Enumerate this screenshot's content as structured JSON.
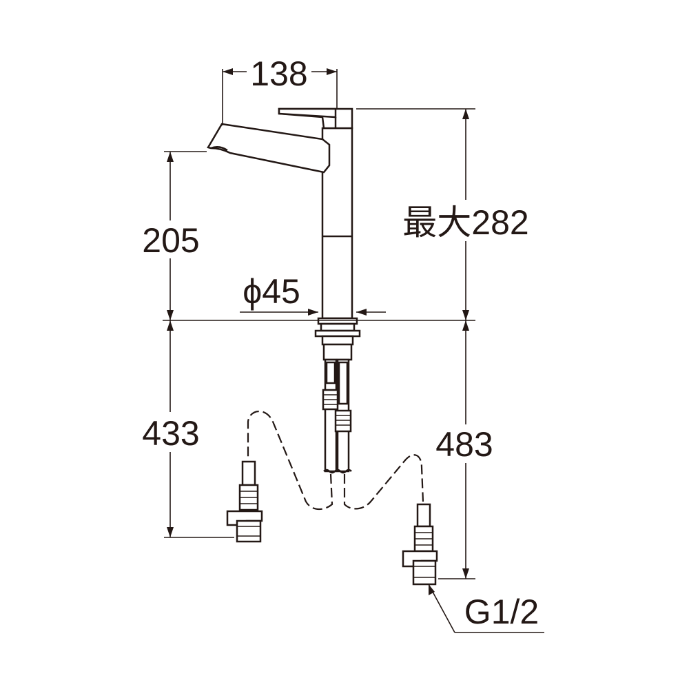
{
  "dimensions": {
    "spout_reach": "138",
    "spout_height": "205",
    "max_height": "最大282",
    "base_diameter": "ϕ45",
    "left_hose_length": "433",
    "right_hose_length": "483",
    "thread_spec": "G1/2"
  }
}
